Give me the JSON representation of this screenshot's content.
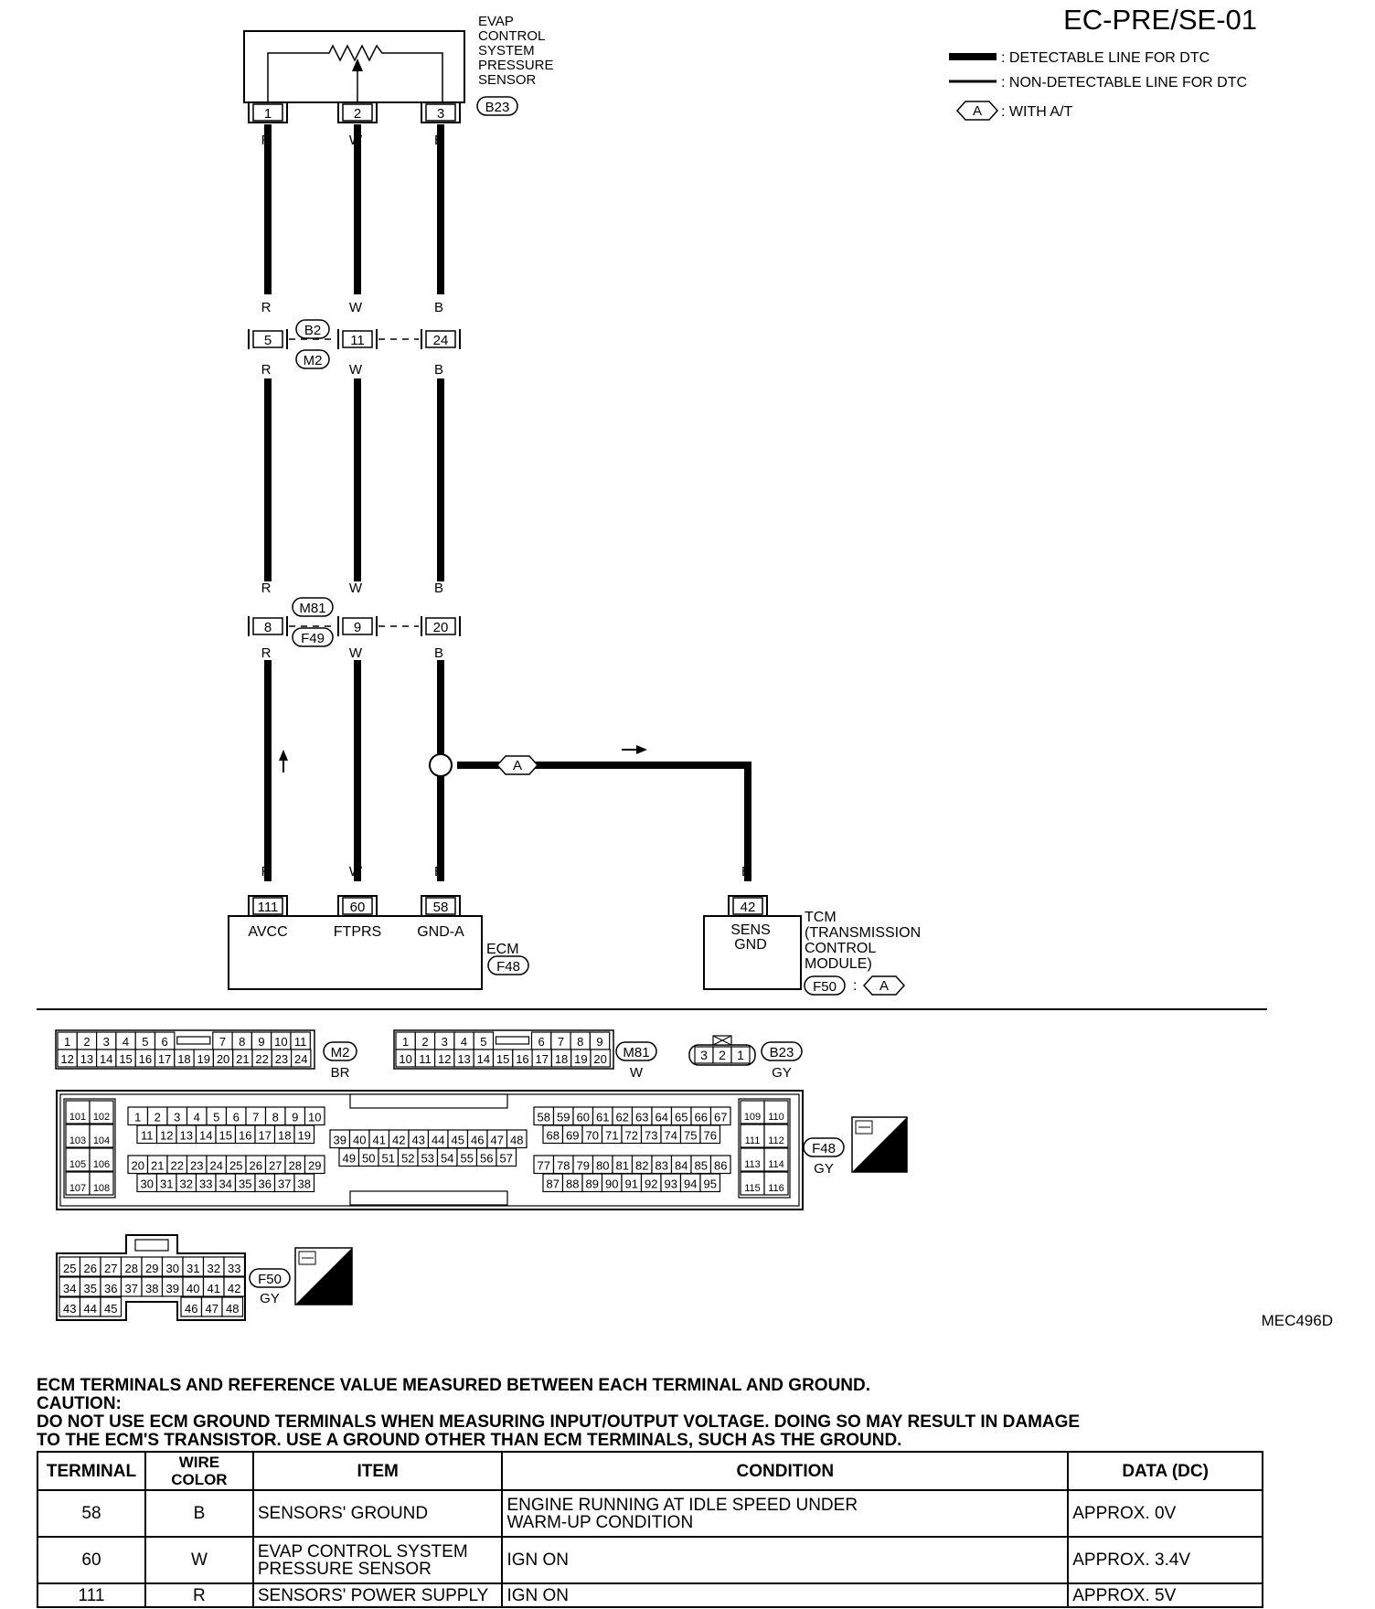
{
  "header": {
    "code": "EC-PRE/SE-01",
    "figure_id": "MEC496D"
  },
  "legend": [
    {
      "style": "thick",
      "text": ": DETECTABLE LINE FOR DTC"
    },
    {
      "style": "thin",
      "text": ": NON-DETECTABLE LINE FOR DTC"
    },
    {
      "style": "diamond",
      "symbol": "A",
      "text": ": WITH A/T"
    }
  ],
  "sensor": {
    "label_lines": [
      "EVAP",
      "CONTROL",
      "SYSTEM",
      "PRESSURE",
      "SENSOR"
    ],
    "connector": "B23",
    "pins": [
      "1",
      "2",
      "3"
    ]
  },
  "joint1": {
    "connectors": [
      "B2",
      "M2"
    ],
    "pins": [
      "5",
      "11",
      "24"
    ]
  },
  "joint2": {
    "connectors": [
      "M81",
      "F49"
    ],
    "pins": [
      "8",
      "9",
      "20"
    ]
  },
  "wires": {
    "colors": [
      "R",
      "W",
      "B"
    ]
  },
  "branch": {
    "symbol": "A",
    "color": "B"
  },
  "ecm": {
    "pins": [
      "111",
      "60",
      "58"
    ],
    "terminal_names": [
      "AVCC",
      "FTPRS",
      "GND-A"
    ],
    "label": "ECM",
    "connector": "F48"
  },
  "tcm": {
    "pin": "42",
    "terminal_lines": [
      "SENS",
      "GND"
    ],
    "label_lines": [
      "TCM",
      "(TRANSMISSION",
      "CONTROL",
      "MODULE)"
    ],
    "connector": "F50",
    "condition_symbol": "A",
    "sep": ":"
  },
  "connector_views": {
    "m2": {
      "name": "M2",
      "color": "BR",
      "row1_left": [
        "1",
        "2",
        "3",
        "4",
        "5",
        "6"
      ],
      "row1_right": [
        "7",
        "8",
        "9",
        "10",
        "11"
      ],
      "row2": [
        "12",
        "13",
        "14",
        "15",
        "16",
        "17",
        "18",
        "19",
        "20",
        "21",
        "22",
        "23",
        "24"
      ]
    },
    "m81": {
      "name": "M81",
      "color": "W",
      "row1_left": [
        "1",
        "2",
        "3",
        "4",
        "5"
      ],
      "row1_right": [
        "6",
        "7",
        "8",
        "9"
      ],
      "row2": [
        "10",
        "11",
        "12",
        "13",
        "14",
        "15",
        "16",
        "17",
        "18",
        "19",
        "20"
      ]
    },
    "b23": {
      "name": "B23",
      "color": "GY",
      "pins": [
        "3",
        "2",
        "1"
      ]
    },
    "f48": {
      "name": "F48",
      "color": "GY",
      "badge": "H.S.",
      "left_block": [
        [
          "101",
          "102"
        ],
        [
          "103",
          "104"
        ],
        [
          "105",
          "106"
        ],
        [
          "107",
          "108"
        ]
      ],
      "group1": {
        "r1": [
          "1",
          "2",
          "3",
          "4",
          "5",
          "6",
          "7",
          "8",
          "9",
          "10"
        ],
        "r2": [
          "11",
          "12",
          "13",
          "14",
          "15",
          "16",
          "17",
          "18",
          "19"
        ],
        "r3": [
          "20",
          "21",
          "22",
          "23",
          "24",
          "25",
          "26",
          "27",
          "28",
          "29"
        ],
        "r4": [
          "30",
          "31",
          "32",
          "33",
          "34",
          "35",
          "36",
          "37",
          "38"
        ]
      },
      "group2": {
        "r1": [
          "39",
          "40",
          "41",
          "42",
          "43",
          "44",
          "45",
          "46",
          "47",
          "48"
        ],
        "r2": [
          "49",
          "50",
          "51",
          "52",
          "53",
          "54",
          "55",
          "56",
          "57"
        ]
      },
      "group3": {
        "r1": [
          "58",
          "59",
          "60",
          "61",
          "62",
          "63",
          "64",
          "65",
          "66",
          "67"
        ],
        "r2": [
          "68",
          "69",
          "70",
          "71",
          "72",
          "73",
          "74",
          "75",
          "76"
        ],
        "r3": [
          "77",
          "78",
          "79",
          "80",
          "81",
          "82",
          "83",
          "84",
          "85",
          "86"
        ],
        "r4": [
          "87",
          "88",
          "89",
          "90",
          "91",
          "92",
          "93",
          "94",
          "95"
        ]
      },
      "right_block": [
        [
          "109",
          "110"
        ],
        [
          "111",
          "112"
        ],
        [
          "113",
          "114"
        ],
        [
          "115",
          "116"
        ]
      ]
    },
    "f50": {
      "name": "F50",
      "color": "GY",
      "badge": "H.S.",
      "row1": [
        "25",
        "26",
        "27",
        "28",
        "29",
        "30",
        "31",
        "32",
        "33"
      ],
      "row2": [
        "34",
        "35",
        "36",
        "37",
        "38",
        "39",
        "40",
        "41",
        "42"
      ],
      "row3_left": [
        "43",
        "44",
        "45"
      ],
      "row3_right": [
        "46",
        "47",
        "48"
      ]
    }
  },
  "notes": {
    "line1": "ECM TERMINALS AND REFERENCE VALUE MEASURED BETWEEN EACH TERMINAL AND GROUND.",
    "caution": "CAUTION:",
    "line2": "DO NOT USE ECM GROUND TERMINALS WHEN MEASURING INPUT/OUTPUT VOLTAGE. DOING SO MAY RESULT IN DAMAGE",
    "line3": "TO THE ECM'S TRANSISTOR. USE A GROUND OTHER THAN ECM TERMINALS, SUCH AS THE GROUND."
  },
  "table": {
    "headers": [
      "TERMINAL",
      "WIRE COLOR",
      "ITEM",
      "CONDITION",
      "DATA (DC)"
    ],
    "rows": [
      {
        "terminal": "58",
        "wire_color": "B",
        "item": [
          "SENSORS' GROUND"
        ],
        "condition": [
          "ENGINE RUNNING AT IDLE SPEED UNDER",
          "WARM-UP CONDITION"
        ],
        "data": "APPROX. 0V"
      },
      {
        "terminal": "60",
        "wire_color": "W",
        "item": [
          "EVAP CONTROL SYSTEM",
          "PRESSURE SENSOR"
        ],
        "condition": [
          "IGN ON"
        ],
        "data": "APPROX. 3.4V"
      },
      {
        "terminal": "111",
        "wire_color": "R",
        "item": [
          "SENSORS' POWER SUPPLY"
        ],
        "condition": [
          "IGN ON"
        ],
        "data": "APPROX. 5V"
      }
    ]
  }
}
